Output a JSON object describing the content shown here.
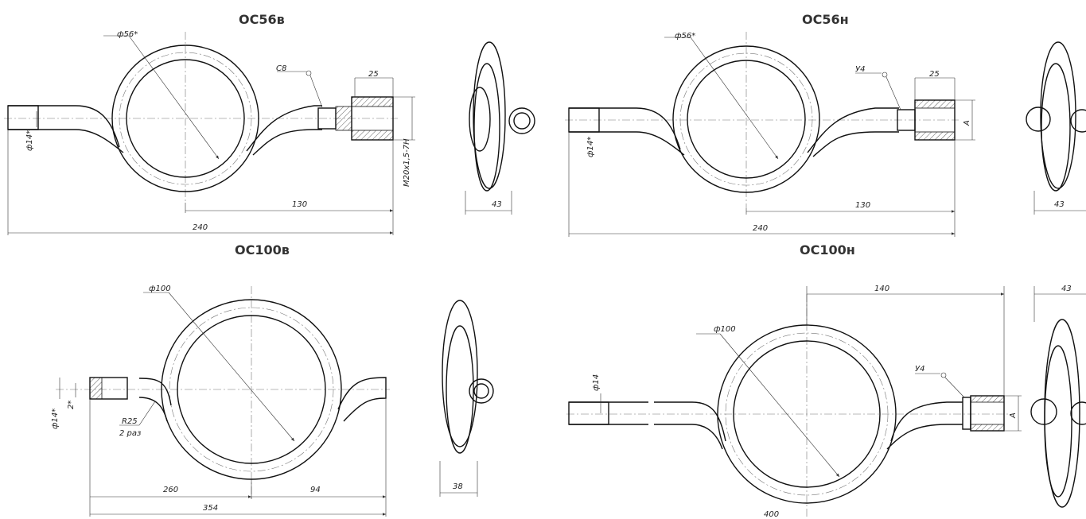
{
  "page_heading": "",
  "drawings": {
    "oc56v": {
      "title": "ОС56в",
      "dim_diameter_ring": "ф56*",
      "dim_diameter_tube": "ф14*",
      "dim_marker": "С8",
      "dim_nut": "25",
      "dim_thread": "M20x1,5-7H",
      "dim_side_width": "43",
      "dim_center": "130",
      "dim_total": "240"
    },
    "oc56n": {
      "title": "ОС56н",
      "dim_diameter_ring": "ф56*",
      "dim_diameter_tube": "ф14*",
      "dim_marker": "У4",
      "dim_nut": "25",
      "dim_a": "А",
      "dim_side_width": "43",
      "dim_center": "130",
      "dim_total": "240"
    },
    "oc100v": {
      "title": "ОС100в",
      "dim_diameter_ring": "ф100",
      "dim_diameter_tube": "ф14*",
      "dim_bevel": "2*",
      "dim_radius": "R25",
      "dim_radius_note": "2 раз",
      "dim_left": "260",
      "dim_right": "94",
      "dim_total": "354",
      "dim_side_width": "38"
    },
    "oc100n": {
      "title": "ОС100н",
      "dim_diameter_ring": "ф100",
      "dim_diameter_tube": "ф14",
      "dim_marker": "У4",
      "dim_a": "А",
      "dim_center": "140",
      "dim_total": "400",
      "dim_side_width": "43"
    }
  }
}
